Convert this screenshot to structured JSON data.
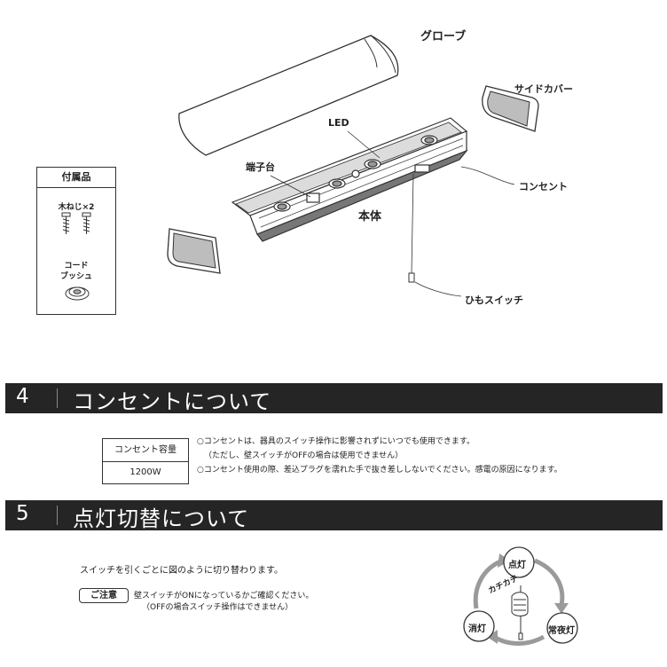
{
  "diagram": {
    "labels": {
      "globe": "グローブ",
      "side_cover": "サイドカバー",
      "led": "LED",
      "terminal_block": "端子台",
      "main_body": "本体",
      "outlet": "コンセント",
      "pull_switch": "ひもスイッチ"
    },
    "accessories": {
      "title": "付属品",
      "screws": "木ねじ×2",
      "bush_line1": "コード",
      "bush_line2": "ブッシュ"
    }
  },
  "section4": {
    "number": "4",
    "title": "コンセントについて",
    "table": {
      "header": "コンセント容量",
      "value": "1200W"
    },
    "notes": [
      "○コンセントは、器具のスイッチ操作に影響されずにいつでも使用できます。",
      "（ただし、壁スイッチがOFFの場合は使用できません）",
      "○コンセント使用の際、差込プラグを濡れた手で抜き差ししないでください。感電の原因になります。"
    ]
  },
  "section5": {
    "number": "5",
    "title": "点灯切替について",
    "intro": "スイッチを引くごとに図のように切り替わります。",
    "caution_label": "ご注意",
    "caution_line1": "壁スイッチがONになっているかご確認ください。",
    "caution_line2": "（OFFの場合スイッチ操作はできません）",
    "cycle": {
      "on": "点灯",
      "night": "常夜灯",
      "off": "消灯",
      "click": "カチカチ"
    }
  },
  "colors": {
    "header_bg": "#252525",
    "cycle_arrow": "#9a9a9a"
  }
}
